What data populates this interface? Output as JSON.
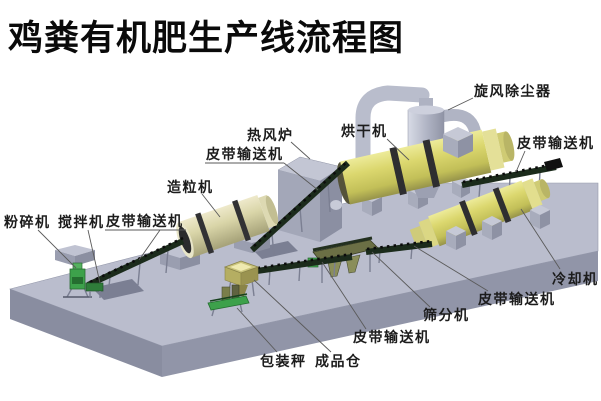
{
  "title": "鸡粪有机肥生产线流程图",
  "diagram": {
    "description": "Chicken manure organic fertilizer production line flow diagram, isometric 3D render on gray platform",
    "labels": [
      {
        "id": "cyclone-dust-collector",
        "text": "旋风除尘器"
      },
      {
        "id": "belt-conveyor-top-right",
        "text": "皮带输送机"
      },
      {
        "id": "dryer",
        "text": "烘干机"
      },
      {
        "id": "hot-air-furnace",
        "text": "热风炉"
      },
      {
        "id": "belt-conveyor-mid-left",
        "text": "皮带输送机"
      },
      {
        "id": "granulator",
        "text": "造粒机"
      },
      {
        "id": "crusher",
        "text": "粉碎机"
      },
      {
        "id": "mixer",
        "text": "搅拌机"
      },
      {
        "id": "belt-conveyor-bottom-left",
        "text": "皮带输送机"
      },
      {
        "id": "cooler",
        "text": "冷却机"
      },
      {
        "id": "belt-conveyor-right",
        "text": "皮带输送机"
      },
      {
        "id": "screener",
        "text": "筛分机"
      },
      {
        "id": "belt-conveyor-bottom-center",
        "text": "皮带输送机"
      },
      {
        "id": "packaging-scale",
        "text": "包装秤"
      },
      {
        "id": "finished-product-bin",
        "text": "成品仓"
      }
    ],
    "colors": {
      "background": "#ffffff",
      "platform_top": "#babdcd",
      "platform_front": "#9195a8",
      "drum_yellow": "#d9d56c",
      "drum_cream": "#ddd9ae",
      "conveyor_green": "#1b2b1b",
      "machine_green": "#3da14b",
      "pipe_gray": "#b9bdcc",
      "label_text": "#1c1c1c",
      "title_text": "#0a0a0a"
    }
  }
}
